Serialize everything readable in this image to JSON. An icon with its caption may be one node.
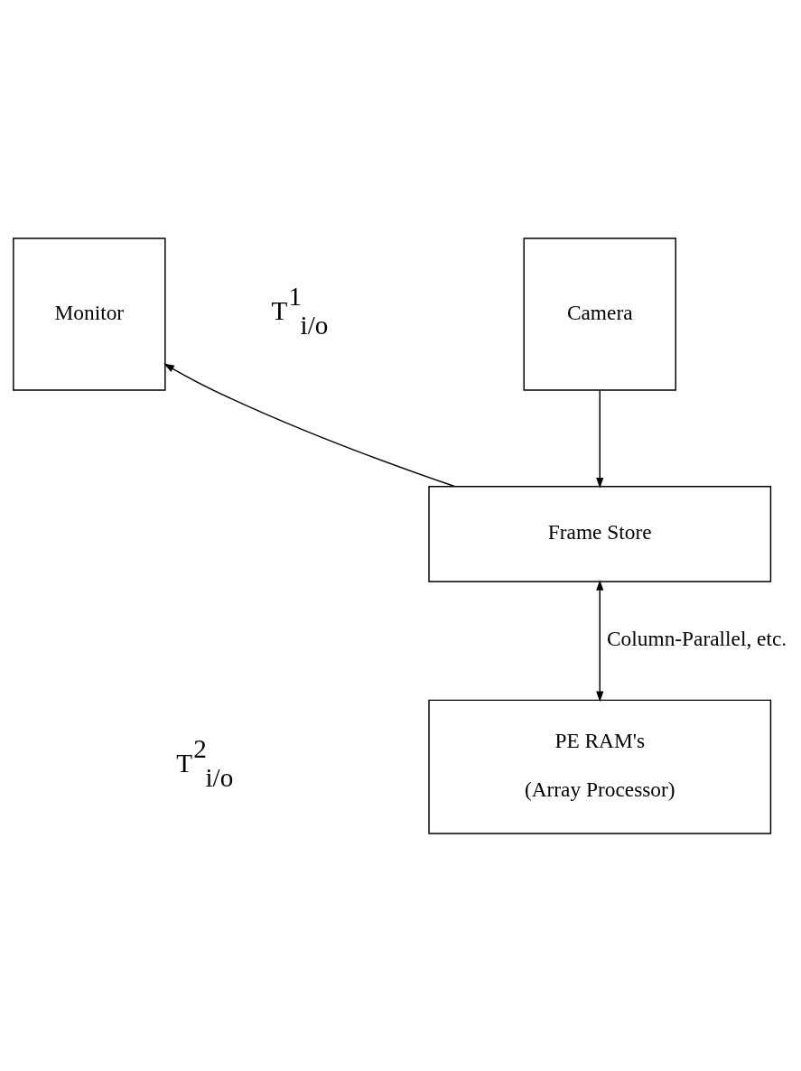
{
  "diagram": {
    "nodes": [
      {
        "text": [
          "Camera"
        ]
      },
      {
        "text": [
          "Monitor"
        ]
      },
      {
        "text": [
          "Frame Store"
        ]
      },
      {
        "text": [
          "PE RAM's",
          "(Array Processor)"
        ]
      }
    ],
    "edges": [
      {
        "from": 0,
        "to": 2,
        "arrow": "to"
      },
      {
        "from": 2,
        "to": 1,
        "arrow": "to"
      },
      {
        "from": 2,
        "to": 3,
        "arrow": "both",
        "label": "Column-Parallel, etc."
      }
    ],
    "labels": [
      "T$^{1}$$_{i/o}$",
      "T$^{2}$$_{i/o}$"
    ]
  }
}
